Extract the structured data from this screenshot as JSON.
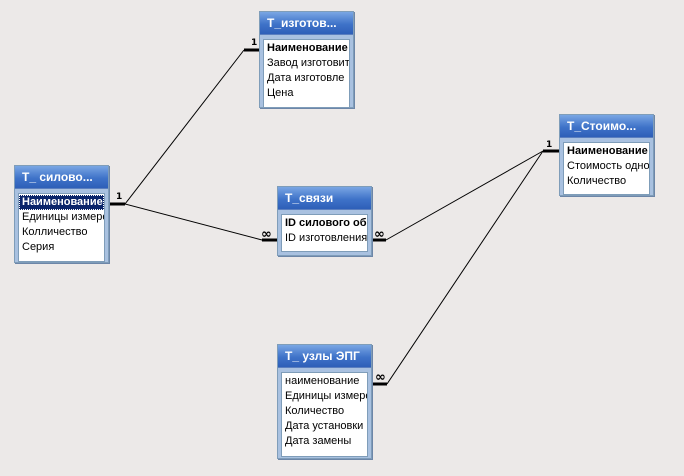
{
  "tables": {
    "izgotov": {
      "title": "T_изготов...",
      "fields": [
        "Наименование о",
        "Завод изготовит",
        "Дата изготовле",
        "Цена"
      ]
    },
    "stoimost": {
      "title": "T_Стоимо...",
      "fields": [
        "Наименование",
        "Стоимость одно",
        "Количество"
      ]
    },
    "silovo": {
      "title": "T_ силово...",
      "fields": [
        "Наименование",
        "Единицы измере",
        "Колличество",
        "Серия"
      ]
    },
    "svyazi": {
      "title": "T_связи",
      "fields": [
        "ID силового обор",
        "ID изготовления"
      ]
    },
    "uzly": {
      "title": "T_ узлы ЭПГ",
      "fields": [
        "наименование",
        "Единицы измере",
        "Количество",
        "Дата установки",
        "Дата замены"
      ]
    }
  },
  "relationships": {
    "silovo_izgotov": {
      "from_label": "1",
      "to_label": "1"
    },
    "silovo_svyazi": {
      "from_label": "1",
      "to_label": "∞"
    },
    "svyazi_stoimost": {
      "from_label": "∞",
      "to_label": "1"
    },
    "uzly_stoimost": {
      "from_label": "∞",
      "to_label": "1"
    }
  },
  "colors": {
    "title_bar": "#3f73c9",
    "frame": "#a9c1e0",
    "selection": "#0a246a",
    "background": "#ece9e8"
  }
}
